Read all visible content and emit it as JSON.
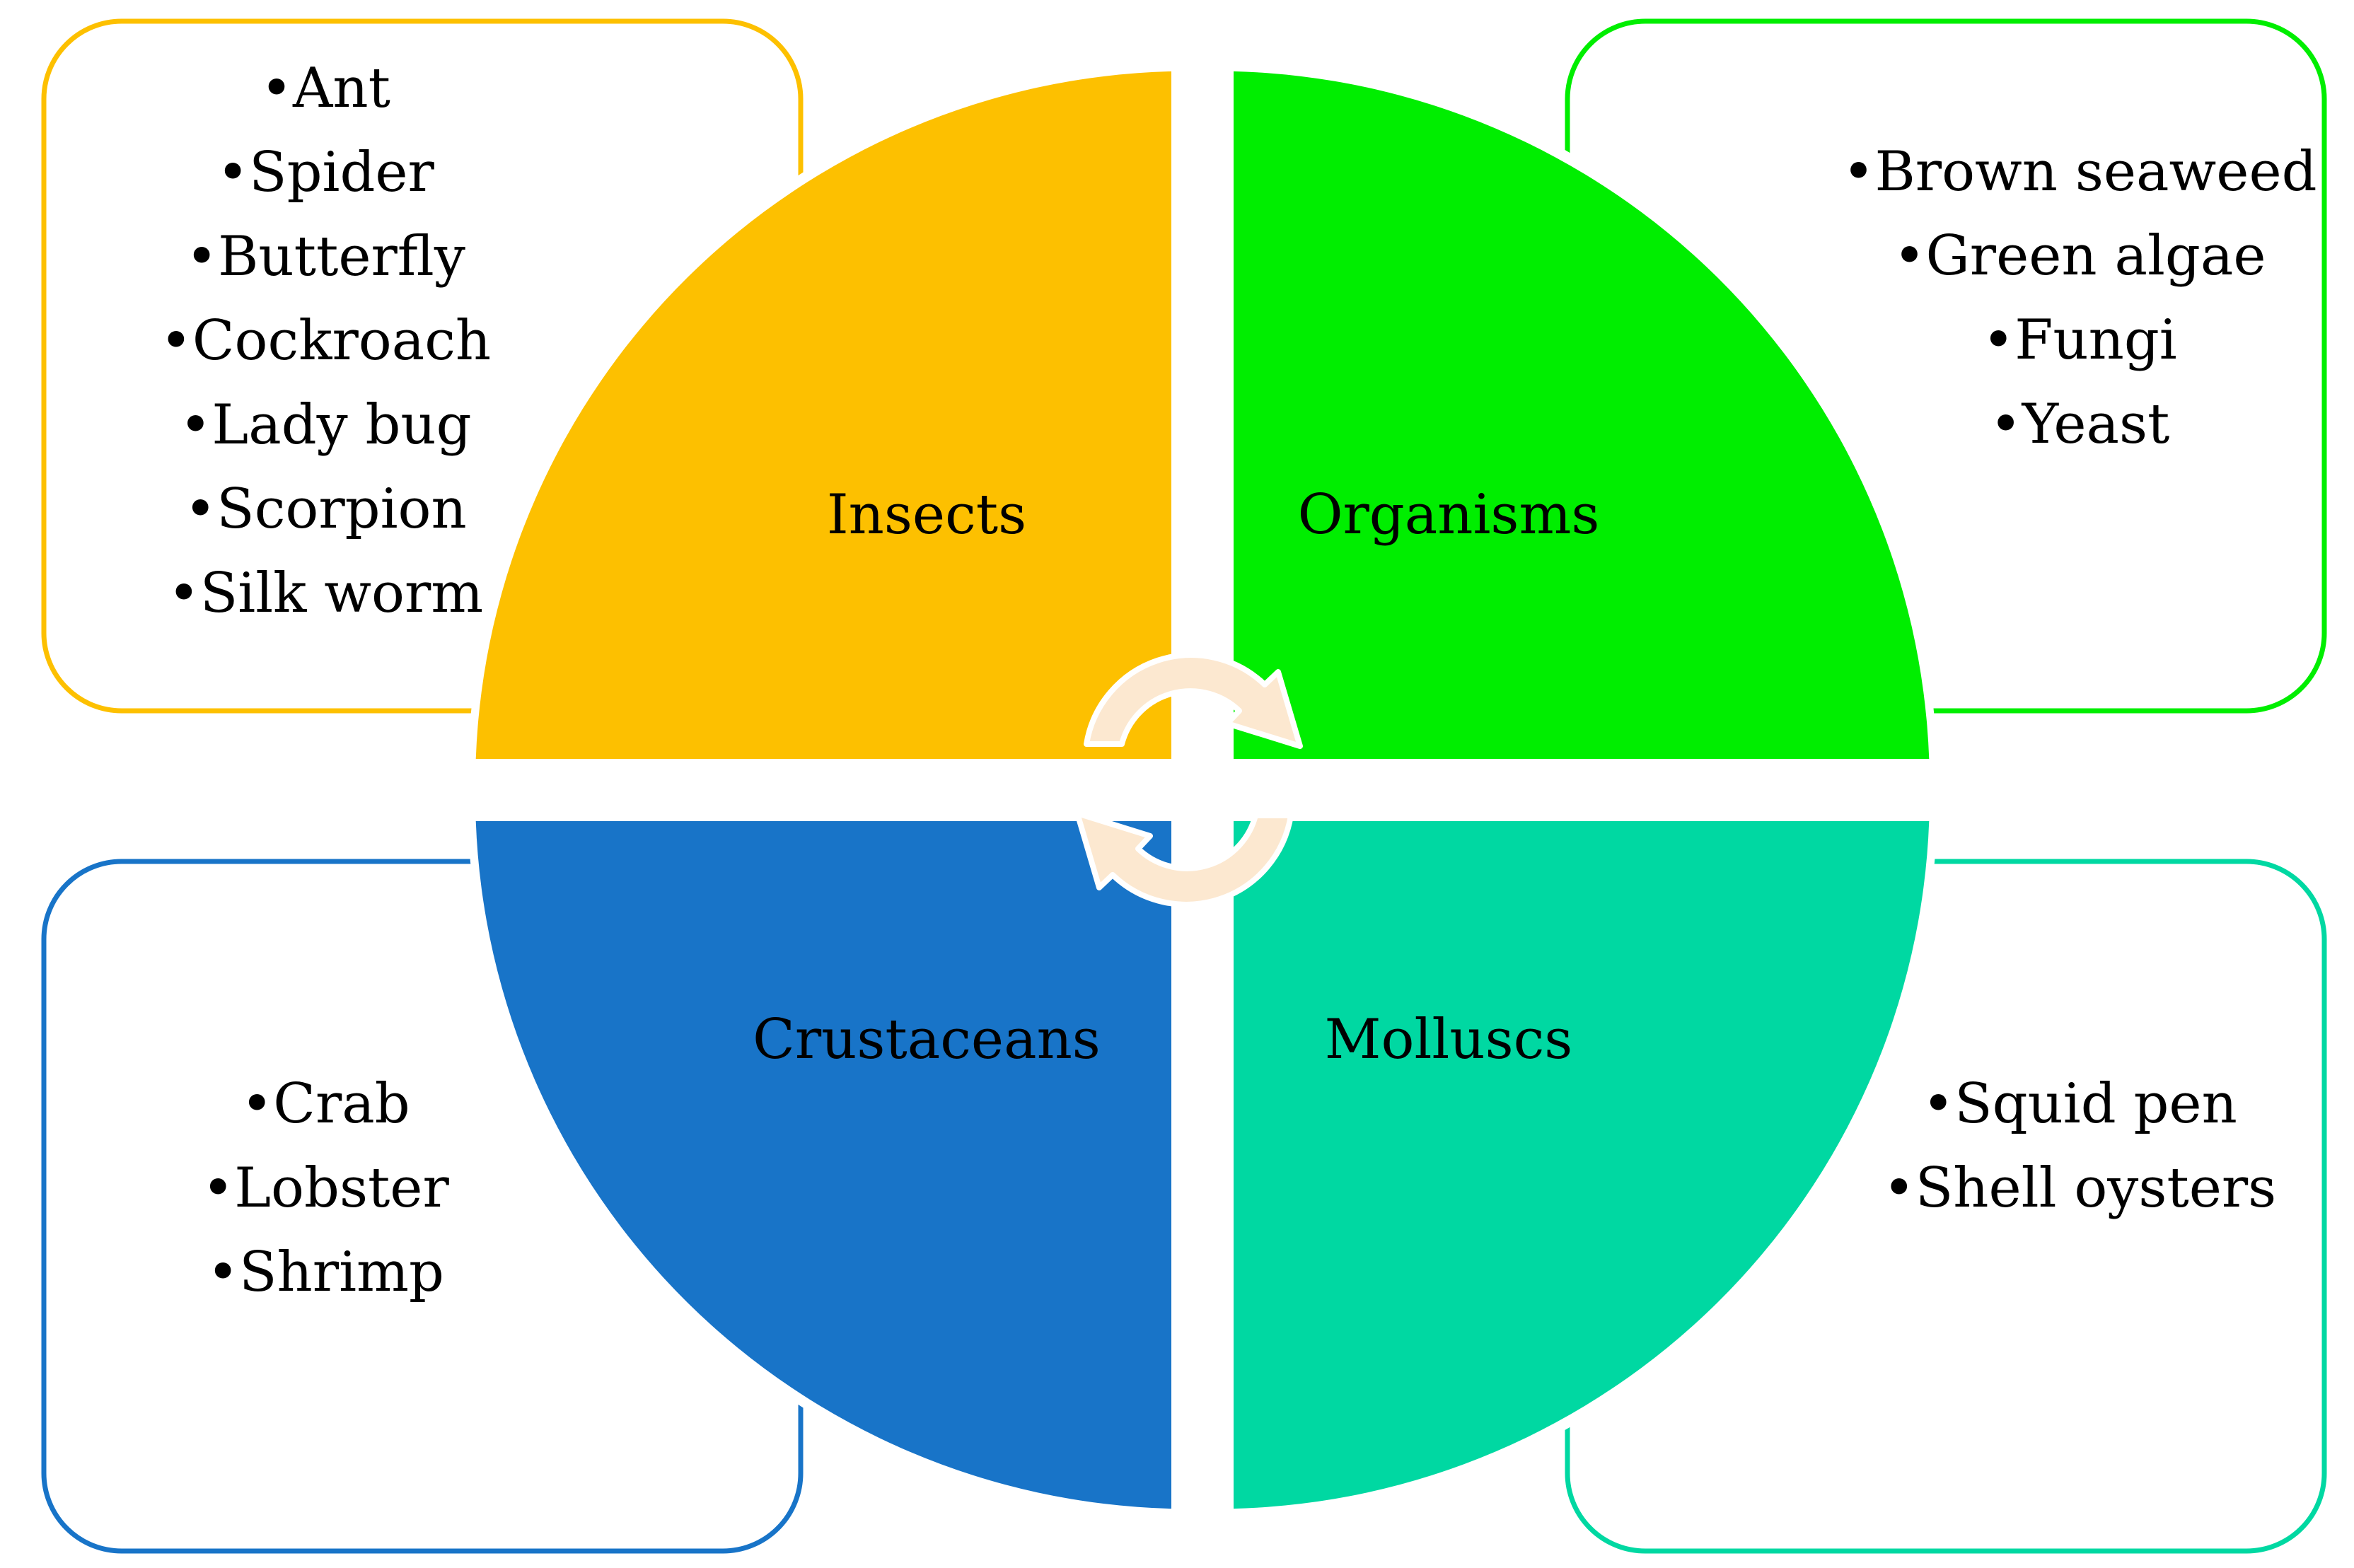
{
  "colors": {
    "insects": "#FDC000",
    "organisms": "#00EE00",
    "crustaceans": "#1874C8",
    "molluscs": "#00D8A2",
    "arrow_fill": "#FCE8D0",
    "arrow_stroke": "#FFFFFF"
  },
  "quadrants": {
    "insects": {
      "label": "Insects",
      "items": [
        "Ant",
        "Spider",
        "Butterfly",
        "Cockroach",
        "Lady bug",
        "Scorpion",
        "Silk worm"
      ]
    },
    "organisms": {
      "label": "Organisms",
      "items": [
        "Brown seaweed",
        "Green algae",
        "Fungi",
        "Yeast"
      ]
    },
    "crustaceans": {
      "label": "Crustaceans",
      "items": [
        "Crab",
        "Lobster",
        "Shrimp"
      ]
    },
    "molluscs": {
      "label": "Molluscs",
      "items": [
        "Squid pen",
        "Shell oysters"
      ]
    }
  },
  "icons": [
    "cycle-arrow-icon"
  ]
}
